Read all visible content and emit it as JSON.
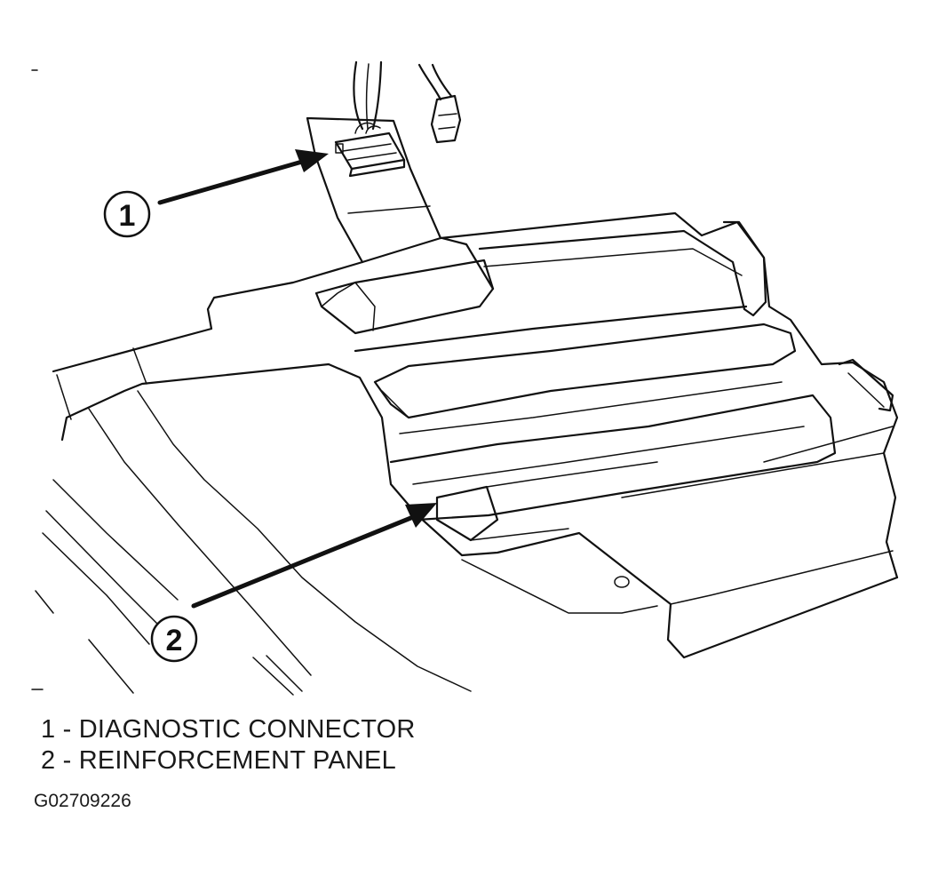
{
  "callouts": [
    {
      "number": "1"
    },
    {
      "number": "2"
    }
  ],
  "legend": [
    {
      "text": "1 - DIAGNOSTIC CONNECTOR"
    },
    {
      "text": "2 - REINFORCEMENT PANEL"
    }
  ],
  "figure_id": "G02709226"
}
